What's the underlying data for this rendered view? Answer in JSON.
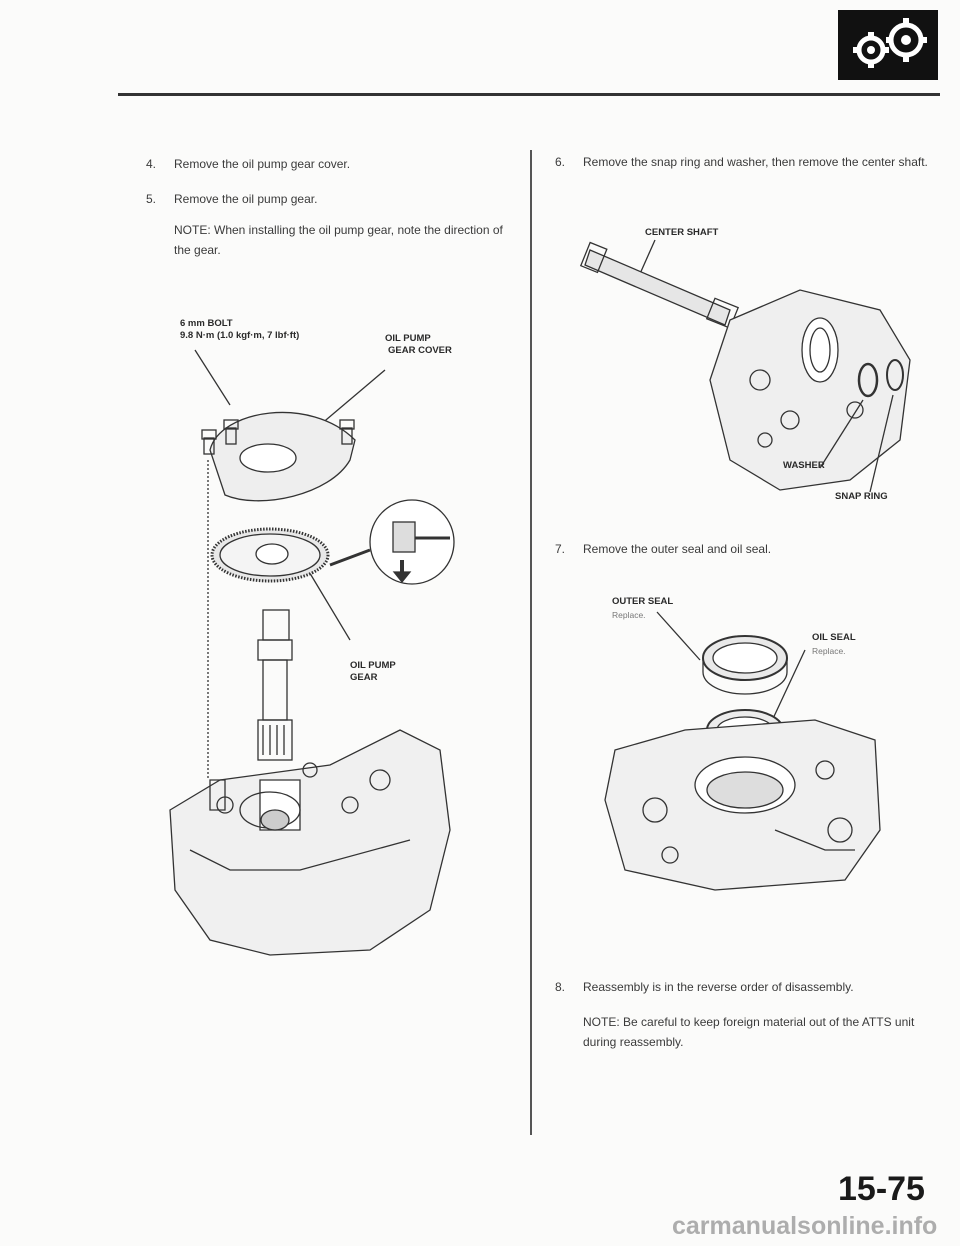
{
  "steps": {
    "s4": {
      "num": "4.",
      "text": "Remove the oil pump gear cover."
    },
    "s5": {
      "num": "5.",
      "text": "Remove the oil pump gear."
    },
    "s5_note": "NOTE: When installing the oil pump gear, note the direction of the gear.",
    "s6": {
      "num": "6.",
      "text": "Remove the snap ring and washer, then remove the center shaft."
    },
    "s7": {
      "num": "7.",
      "text": "Remove the outer seal and oil seal."
    },
    "s8": {
      "num": "8.",
      "text": "Reassembly is in the reverse order of disassembly."
    },
    "s8_note": "NOTE: Be careful to keep foreign material out of the ATTS unit during reassembly."
  },
  "fig_left": {
    "bolt_label": "6 mm BOLT",
    "bolt_torque": "9.8 N·m (1.0 kgf·m, 7 lbf·ft)",
    "cover_label_1": "OIL PUMP",
    "cover_label_2": "GEAR COVER",
    "gear_label_1": "OIL PUMP",
    "gear_label_2": "GEAR"
  },
  "fig_right_top": {
    "center_shaft": "CENTER SHAFT",
    "washer": "WASHER",
    "snap_ring": "SNAP RING"
  },
  "fig_right_bottom": {
    "outer_seal": "OUTER SEAL",
    "outer_seal_note": "Replace.",
    "oil_seal": "OIL SEAL",
    "oil_seal_note": "Replace."
  },
  "page_number": "15-75",
  "watermark": "carmanualsonline.info",
  "icon": "gears-icon"
}
